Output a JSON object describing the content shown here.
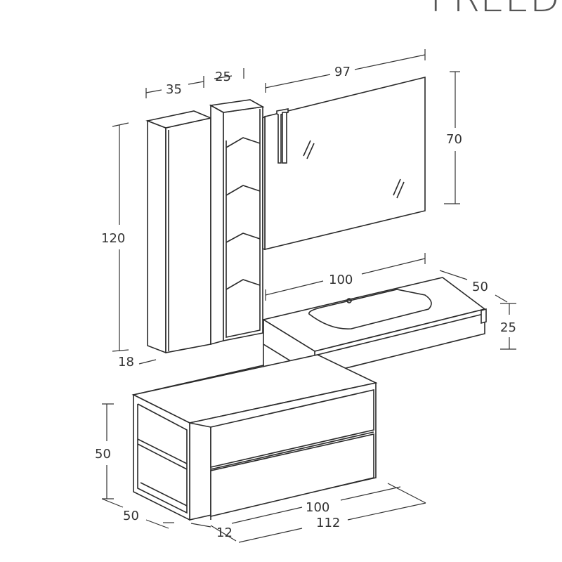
{
  "title": "FREEDO",
  "dimensions": {
    "tall_width": "35",
    "shelf_width": "25",
    "mirror_width": "97",
    "mirror_height": "70",
    "tall_height": "120",
    "tall_depth": "18",
    "top_width": "100",
    "top_depth": "50",
    "top_height": "25",
    "base_height": "50",
    "base_depth": "50",
    "base_width": "100",
    "total_width": "112",
    "side_depth": "12"
  }
}
